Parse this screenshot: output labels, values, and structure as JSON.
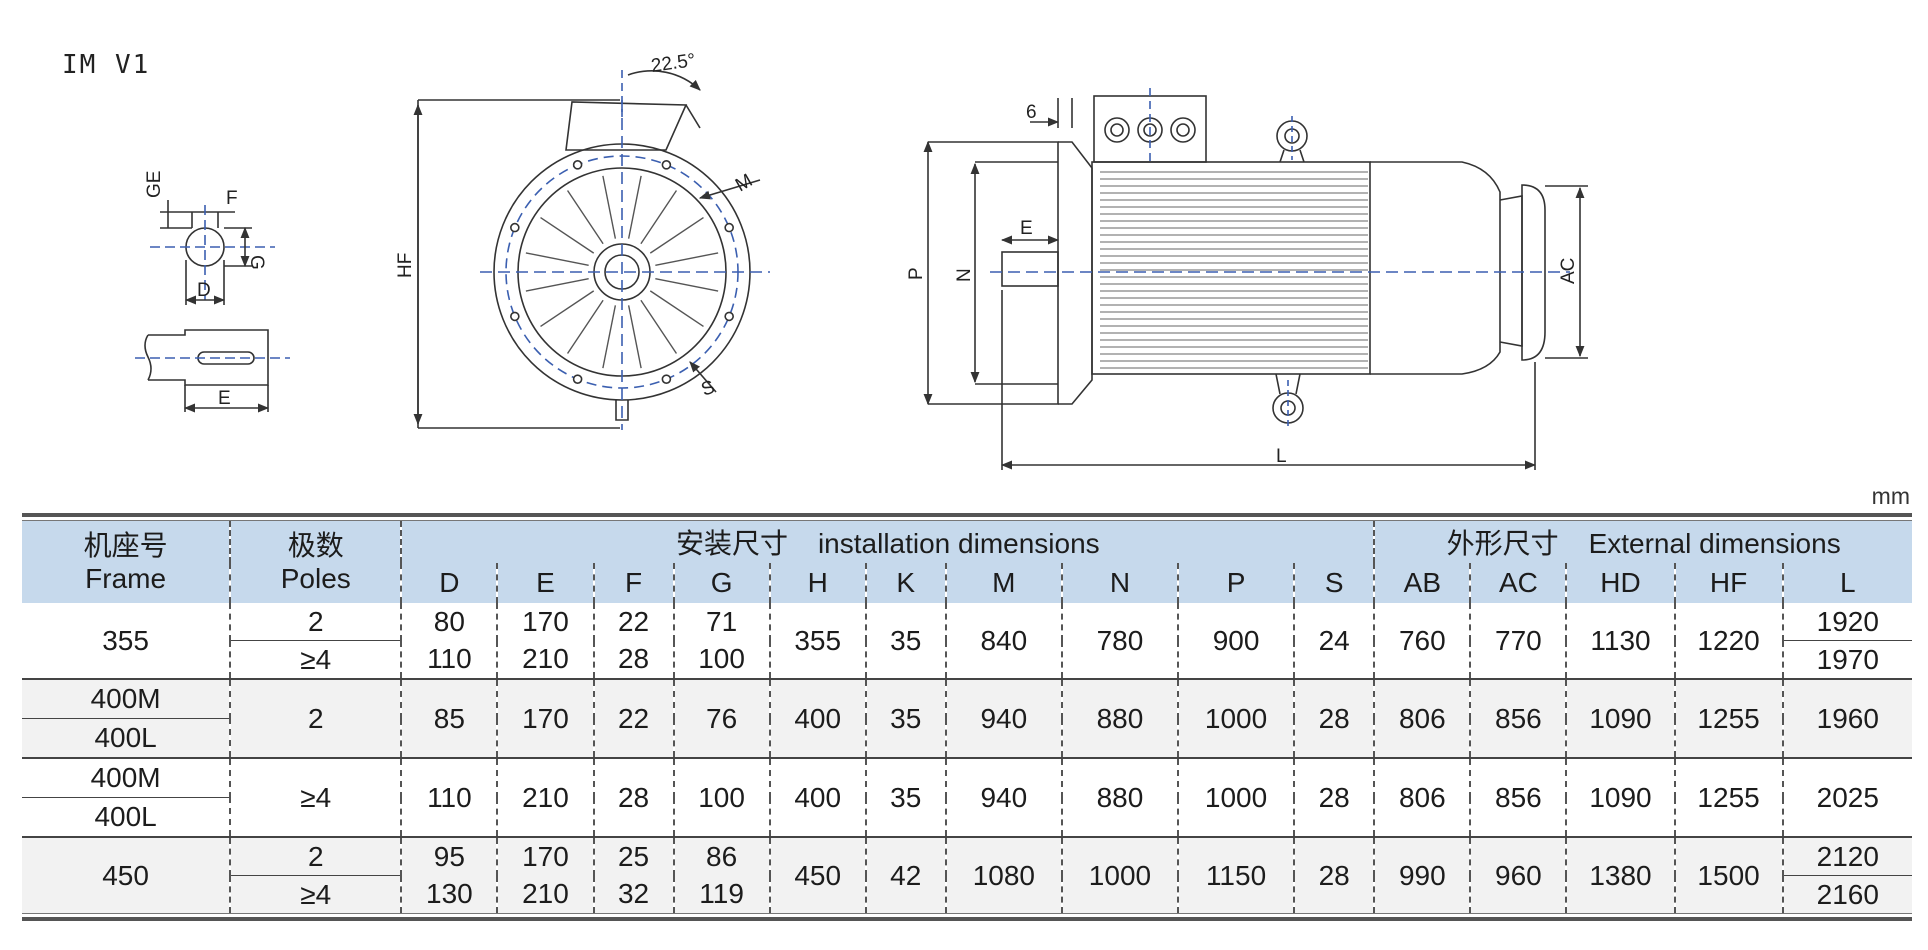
{
  "mount": "IM V1",
  "unit": "mm",
  "drawing_labels": {
    "shaft": [
      "GE",
      "F",
      "G",
      "D",
      "E"
    ],
    "end_view": [
      "22.5°",
      "HF",
      "M",
      "S"
    ],
    "side_view": [
      "6",
      "E",
      "P",
      "N",
      "AC",
      "L"
    ]
  },
  "table": {
    "frame_zh": "机座号",
    "frame_en": "Frame",
    "poles_zh": "极数",
    "poles_en": "Poles",
    "install_zh": "安装尺寸",
    "install_en": "installation dimensions",
    "external_zh": "外形尺寸",
    "external_en": "External dimensions",
    "columns": [
      "D",
      "E",
      "F",
      "G",
      "H",
      "K",
      "M",
      "N",
      "P",
      "S",
      "AB",
      "AC",
      "HD",
      "HF",
      "L"
    ],
    "rows": {
      "r355": {
        "frame": "355",
        "p2": {
          "poles": "2",
          "D": "80",
          "E": "170",
          "F": "22",
          "G": "71",
          "L": "1920"
        },
        "p4": {
          "poles": "≥4",
          "D": "110",
          "E": "210",
          "F": "28",
          "G": "100",
          "L": "1970"
        },
        "H": "355",
        "K": "35",
        "M": "840",
        "N": "780",
        "P": "900",
        "S": "24",
        "AB": "760",
        "AC": "770",
        "HD": "1130",
        "HF": "1220"
      },
      "r400a": {
        "frame_a": "400M",
        "frame_b": "400L",
        "poles": "2",
        "D": "85",
        "E": "170",
        "F": "22",
        "G": "76",
        "H": "400",
        "K": "35",
        "M": "940",
        "N": "880",
        "P": "1000",
        "S": "28",
        "AB": "806",
        "AC": "856",
        "HD": "1090",
        "HF": "1255",
        "L": "1960"
      },
      "r400b": {
        "frame_a": "400M",
        "frame_b": "400L",
        "poles": "≥4",
        "D": "110",
        "E": "210",
        "F": "28",
        "G": "100",
        "H": "400",
        "K": "35",
        "M": "940",
        "N": "880",
        "P": "1000",
        "S": "28",
        "AB": "806",
        "AC": "856",
        "HD": "1090",
        "HF": "1255",
        "L": "2025"
      },
      "r450": {
        "frame": "450",
        "p2": {
          "poles": "2",
          "D": "95",
          "E": "170",
          "F": "25",
          "G": "86",
          "L": "2120"
        },
        "p4": {
          "poles": "≥4",
          "D": "130",
          "E": "210",
          "F": "32",
          "G": "119",
          "L": "2160"
        },
        "H": "450",
        "K": "42",
        "M": "1080",
        "N": "1000",
        "P": "1150",
        "S": "28",
        "AB": "990",
        "AC": "960",
        "HD": "1380",
        "HF": "1500"
      }
    }
  }
}
